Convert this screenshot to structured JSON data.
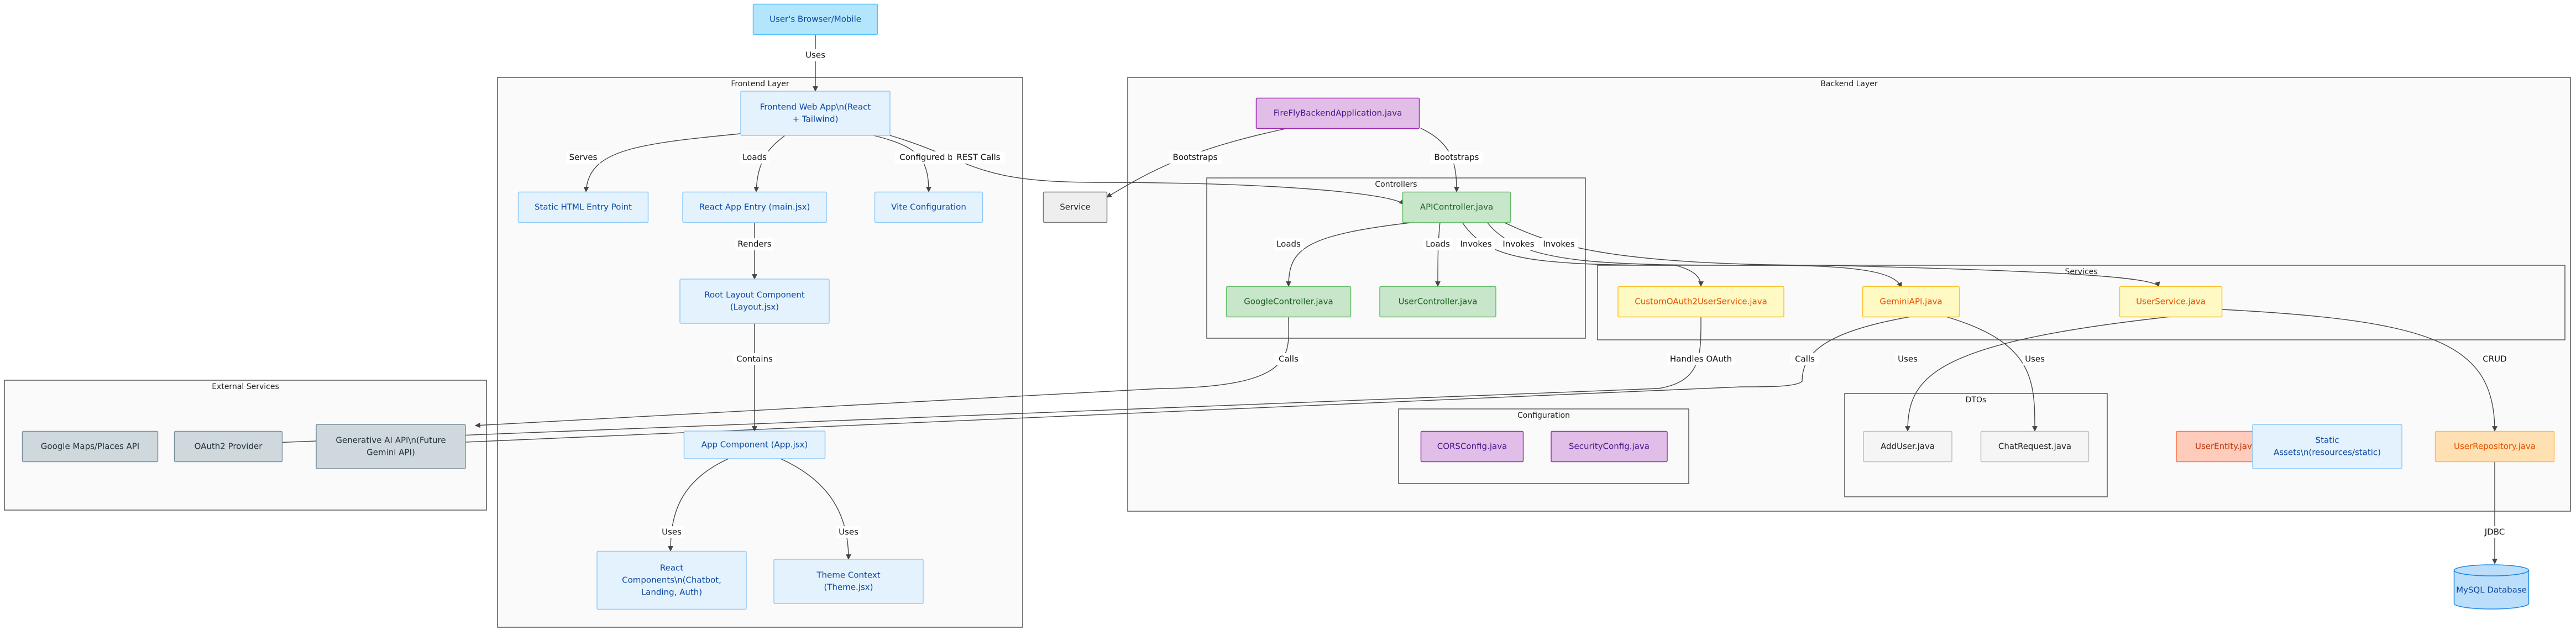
{
  "colors": {
    "user": {
      "fill": "#b3e5fc",
      "stroke": "#4fc3f7",
      "text": "#0d47a1"
    },
    "frontend": {
      "fill": "#e3f2fd",
      "stroke": "#90caf9",
      "text": "#0d47a1"
    },
    "app": {
      "fill": "#e1bee7",
      "stroke": "#9c27b0",
      "text": "#4a148c"
    },
    "controller": {
      "fill": "#c8e6c9",
      "stroke": "#66bb6a",
      "text": "#1b5e20"
    },
    "service": {
      "fill": "#fff9c4",
      "stroke": "#fbc02d",
      "text": "#e65100"
    },
    "plain": {
      "fill": "#eeeeee",
      "stroke": "#757575",
      "text": "#212121"
    },
    "dto": {
      "fill": "#f5f5f5",
      "stroke": "#bdbdbd",
      "text": "#212121"
    },
    "entity": {
      "fill": "#ffccbc",
      "stroke": "#ff7043",
      "text": "#bf360c"
    },
    "static": {
      "fill": "#e3f2fd",
      "stroke": "#90caf9",
      "text": "#0d47a1"
    },
    "repository": {
      "fill": "#ffe0b2",
      "stroke": "#ffb74d",
      "text": "#e65100"
    },
    "external": {
      "fill": "#cfd8dc",
      "stroke": "#78909c",
      "text": "#263238"
    },
    "database": {
      "fill": "#bbdefb",
      "stroke": "#1e88e5",
      "text": "#0d47a1"
    }
  },
  "clusters": {
    "frontend": {
      "title": "Frontend Layer"
    },
    "backend": {
      "title": "Backend Layer"
    },
    "external": {
      "title": "External Services"
    },
    "controllers": {
      "title": "Controllers"
    },
    "services": {
      "title": "Services"
    },
    "dtos": {
      "title": "DTOs"
    },
    "configuration": {
      "title": "Configuration"
    }
  },
  "nodes": {
    "user": {
      "lines": [
        "User's Browser/Mobile"
      ],
      "style": "user"
    },
    "frontend_app": {
      "lines": [
        "Frontend Web App\\n(React",
        "+ Tailwind)"
      ],
      "style": "frontend"
    },
    "static_html": {
      "lines": [
        "Static HTML Entry Point"
      ],
      "style": "frontend"
    },
    "react_entry": {
      "lines": [
        "React App Entry (main.jsx)"
      ],
      "style": "frontend"
    },
    "vite_config": {
      "lines": [
        "Vite Configuration"
      ],
      "style": "frontend"
    },
    "root_layout": {
      "lines": [
        "Root Layout Component",
        "(Layout.jsx)"
      ],
      "style": "frontend"
    },
    "app_component": {
      "lines": [
        "App Component (App.jsx)"
      ],
      "style": "frontend"
    },
    "react_components": {
      "lines": [
        "React",
        "Components\\n(Chatbot,",
        "Landing, Auth)"
      ],
      "style": "frontend"
    },
    "theme_context": {
      "lines": [
        "Theme Context",
        "(Theme.jsx)"
      ],
      "style": "frontend"
    },
    "firefly_app": {
      "lines": [
        "FireFlyBackendApplication.java"
      ],
      "style": "app"
    },
    "service_node": {
      "lines": [
        "Service"
      ],
      "style": "plain"
    },
    "api_controller": {
      "lines": [
        "APIController.java"
      ],
      "style": "controller"
    },
    "google_controller": {
      "lines": [
        "GoogleController.java"
      ],
      "style": "controller"
    },
    "user_controller": {
      "lines": [
        "UserController.java"
      ],
      "style": "controller"
    },
    "oauth_service": {
      "lines": [
        "CustomOAuth2UserService.java"
      ],
      "style": "service"
    },
    "gemini_api": {
      "lines": [
        "GeminiAPI.java"
      ],
      "style": "service"
    },
    "user_service": {
      "lines": [
        "UserService.java"
      ],
      "style": "service"
    },
    "cors_config": {
      "lines": [
        "CORSConfig.java"
      ],
      "style": "app"
    },
    "security_config": {
      "lines": [
        "SecurityConfig.java"
      ],
      "style": "app"
    },
    "add_user": {
      "lines": [
        "AddUser.java"
      ],
      "style": "dto"
    },
    "chat_request": {
      "lines": [
        "ChatRequest.java"
      ],
      "style": "dto"
    },
    "user_entity": {
      "lines": [
        "UserEntity.java"
      ],
      "style": "entity"
    },
    "static_assets": {
      "lines": [
        "Static",
        "Assets\\n(resources/static)"
      ],
      "style": "static"
    },
    "user_repository": {
      "lines": [
        "UserRepository.java"
      ],
      "style": "repository"
    },
    "mysql": {
      "lines": [
        "MySQL Database"
      ],
      "style": "database"
    },
    "google_maps": {
      "lines": [
        "Google Maps/Places API"
      ],
      "style": "external"
    },
    "oauth_provider": {
      "lines": [
        "OAuth2 Provider"
      ],
      "style": "external"
    },
    "gen_ai": {
      "lines": [
        "Generative AI API\\n(Future",
        "Gemini API)"
      ],
      "style": "external"
    }
  },
  "edges": {
    "e1": {
      "label": "Uses"
    },
    "e2": {
      "label": "Serves"
    },
    "e3": {
      "label": "Loads"
    },
    "e4": {
      "label": "Configured by"
    },
    "e5": {
      "label": "REST Calls"
    },
    "e6": {
      "label": "Renders"
    },
    "e7": {
      "label": "Contains"
    },
    "e8": {
      "label": "Uses"
    },
    "e9": {
      "label": "Uses"
    },
    "e10": {
      "label": "Bootstraps"
    },
    "e11": {
      "label": "Bootstraps"
    },
    "e12": {
      "label": "Loads"
    },
    "e13": {
      "label": "Loads"
    },
    "e14": {
      "label": "Invokes"
    },
    "e15": {
      "label": "Invokes"
    },
    "e16": {
      "label": "Invokes"
    },
    "e17": {
      "label": "Calls"
    },
    "e18": {
      "label": "Handles OAuth"
    },
    "e19": {
      "label": "Calls"
    },
    "e20": {
      "label": "Uses"
    },
    "e21": {
      "label": "Uses"
    },
    "e22": {
      "label": "CRUD"
    },
    "e23": {
      "label": "JDBC"
    }
  }
}
